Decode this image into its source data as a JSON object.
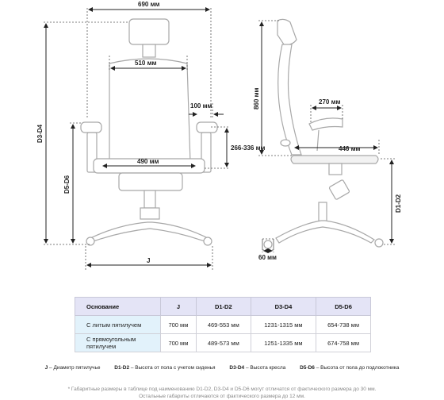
{
  "dimensions": {
    "overall_width": "690 мм",
    "back_width": "510 мм",
    "armrest_width": "100 мм",
    "armrest_height": "266-336 мм",
    "seat_width": "490 мм",
    "base_diameter": "J",
    "height_total": "D3-D4",
    "seat_height": "D5-D6",
    "back_height": "860 мм",
    "armrest_depth": "270 мм",
    "seat_depth": "446 мм",
    "seat_floor": "D1-D2",
    "wheel": "60 мм"
  },
  "table": {
    "headers": [
      "Основание",
      "J",
      "D1-D2",
      "D3-D4",
      "D5-D6"
    ],
    "rows": [
      {
        "base": "С литым пятилучем",
        "j": "700 мм",
        "d12": "469-553 мм",
        "d34": "1231-1315 мм",
        "d56": "654-738 мм"
      },
      {
        "base": "С прямоугольным пятилучем",
        "j": "700 мм",
        "d12": "489-573 мм",
        "d34": "1251-1335 мм",
        "d56": "674-758 мм"
      }
    ]
  },
  "legend": [
    {
      "key": "J",
      "text": " – Диаметр пятилучье"
    },
    {
      "key": "D1-D2",
      "text": " – Высота от пола с учетом сиденья"
    },
    {
      "key": "D3-D4",
      "text": " – Высота кресла"
    },
    {
      "key": "D5-D6",
      "text": " – Высота от пола до подлокотника"
    }
  ],
  "notes": [
    "* Габаритные размеры в таблице под наименованию D1-D2, D3-D4 и D5-D6 могут отличатся от фактического размера до 30 мм.",
    "Остальные габариты отличаются от фактического размера до 12 мм."
  ]
}
